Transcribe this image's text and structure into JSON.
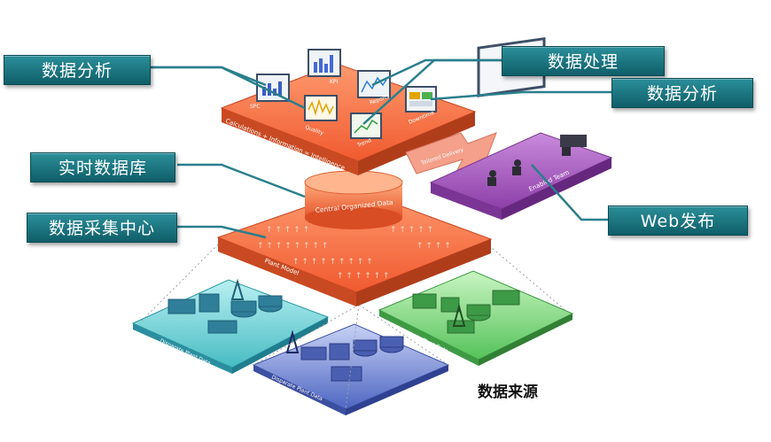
{
  "callouts": {
    "analysis_left": "数据分析",
    "processing": "数据处理",
    "analysis_right": "数据分析",
    "realtime_db": "实时数据库",
    "collection_center": "数据采集中心",
    "web_publish": "Web发布"
  },
  "top_platform": {
    "label": "Calculations + Information = Intelligence",
    "cards": [
      "SPC",
      "KPI",
      "Quality",
      "Reports",
      "Trend",
      "Downtime"
    ]
  },
  "delivery_label": "Tailored Delivery",
  "team_platform_label": "Enabled Team",
  "database_label": "Central Organized Data",
  "plant_model_label": "Plant Model",
  "plant_tiles": [
    "Disparate Plant Data",
    "Disparate Plant Data",
    "Disparate Plant Data"
  ],
  "footer_label": "数据来源",
  "colors": {
    "callout": "#1a7480",
    "platform_orange": "#f26a3f",
    "team_purple": "#9b4fb2",
    "tile_teal": "#59c7cc",
    "tile_blue": "#5b73c9",
    "tile_green": "#66cc66"
  }
}
